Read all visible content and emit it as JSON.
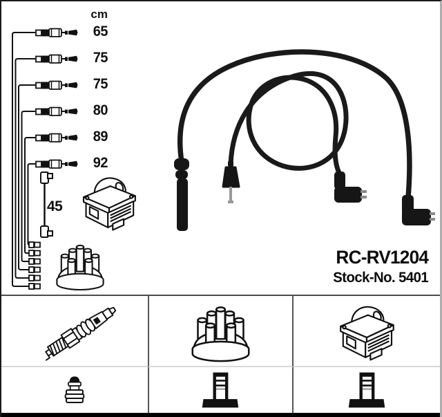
{
  "product": {
    "part_number": "RC-RV1204",
    "stock_number": "Stock-No. 5401"
  },
  "length_diagram": {
    "unit_label": "cm",
    "wire_lengths": [
      "65",
      "75",
      "75",
      "80",
      "89",
      "92"
    ],
    "coil_wire_length": "45"
  },
  "grid": {
    "row1_icons": [
      "spark-plug",
      "distributor-cap",
      "ignition-coil"
    ],
    "row2_icons": [
      "plug-terminal-nut",
      "coil-terminal",
      "coil-terminal"
    ]
  },
  "colors": {
    "ink": "#111111",
    "photo_cable": "#1a1a1a",
    "grid_divider_dark": "#565656",
    "grid_divider_light": "#d8d8d8",
    "frame_border": "#1a1a1a"
  }
}
